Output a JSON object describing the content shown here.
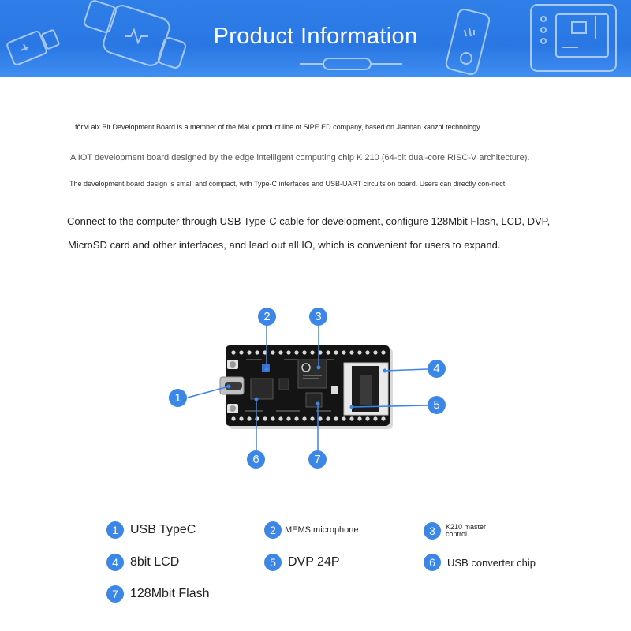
{
  "header": {
    "title": "Product Information"
  },
  "intro": {
    "line1": "fốrM aix Bit Development Board is a member of the Mai x product line of SiPE ED company, based on Jiannan kanzhi technology",
    "line2": "A IOT development board designed by the edge intelligent computing chip K 210 (64-bit dual-core RISC-V architecture).",
    "line3": "The development board design is small and compact, with Type-C interfaces and USB-UART circuits on board. Users can directly con-nect",
    "line4": "Connect to the computer through USB Type-C cable for development, configure 128Mbit Flash, LCD, DVP,",
    "line5": "MicroSD card and other interfaces, and lead out all IO, which is convenient for users to expand."
  },
  "callouts": [
    "1",
    "2",
    "3",
    "4",
    "5",
    "6",
    "7"
  ],
  "legend": [
    {
      "num": "1",
      "label": "USB TypeC"
    },
    {
      "num": "2",
      "label": "MEMS microphone"
    },
    {
      "num": "3",
      "label": "K210 master control"
    },
    {
      "num": "4",
      "label": "8bit LCD"
    },
    {
      "num": "5",
      "label": "DVP 24P"
    },
    {
      "num": "6",
      "label": "USB converter chip"
    },
    {
      "num": "7",
      "label": "128Mbit Flash"
    }
  ],
  "colors": {
    "banner": "#2f7fe8",
    "accent": "#3b86e6",
    "board": "#141414"
  }
}
